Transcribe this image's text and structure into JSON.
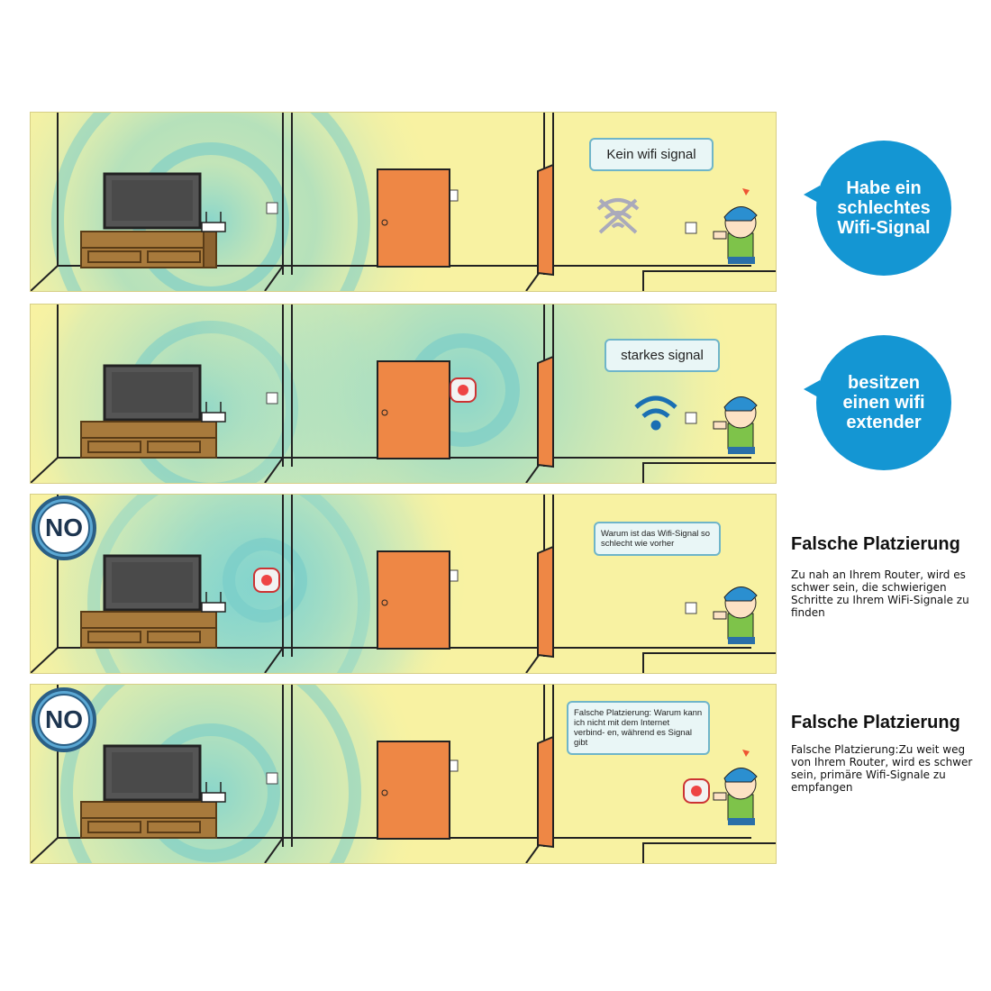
{
  "panels": [
    {
      "bubble": "Kein wifi signal",
      "circle": "Habe ein schlechtes Wifi-Signal"
    },
    {
      "bubble": "starkes signal",
      "circle": "besitzen einen wifi extender"
    },
    {
      "badge": "NO",
      "bubble": "Warum ist das Wifi-Signal so schlecht wie vorher",
      "title": "Falsche Platzierung",
      "text": "Zu nah an Ihrem Router, wird es schwer sein, die schwierigen Schritte zu Ihrem WiFi-Signale zu finden"
    },
    {
      "badge": "NO",
      "bubble": "Falsche Platzierung: Warum kann ich nicht mit dem Internet verbind- en, während es Signal gibt",
      "title": "Falsche Platzierung",
      "text": "Falsche Platzierung:Zu weit weg von Ihrem Router, wird es schwer sein, primäre Wifi-Signale zu empfangen"
    }
  ],
  "colors": {
    "wall": "#f8f2a2",
    "signal": "#7fd3cf",
    "door": "#ee8745",
    "accent": "#1496d3",
    "cabinet": "#a87a3c"
  },
  "icons": [
    "router-icon",
    "wifi-icon",
    "no-wifi-icon",
    "extender-icon",
    "power-outlet-icon",
    "boy-illustration"
  ]
}
